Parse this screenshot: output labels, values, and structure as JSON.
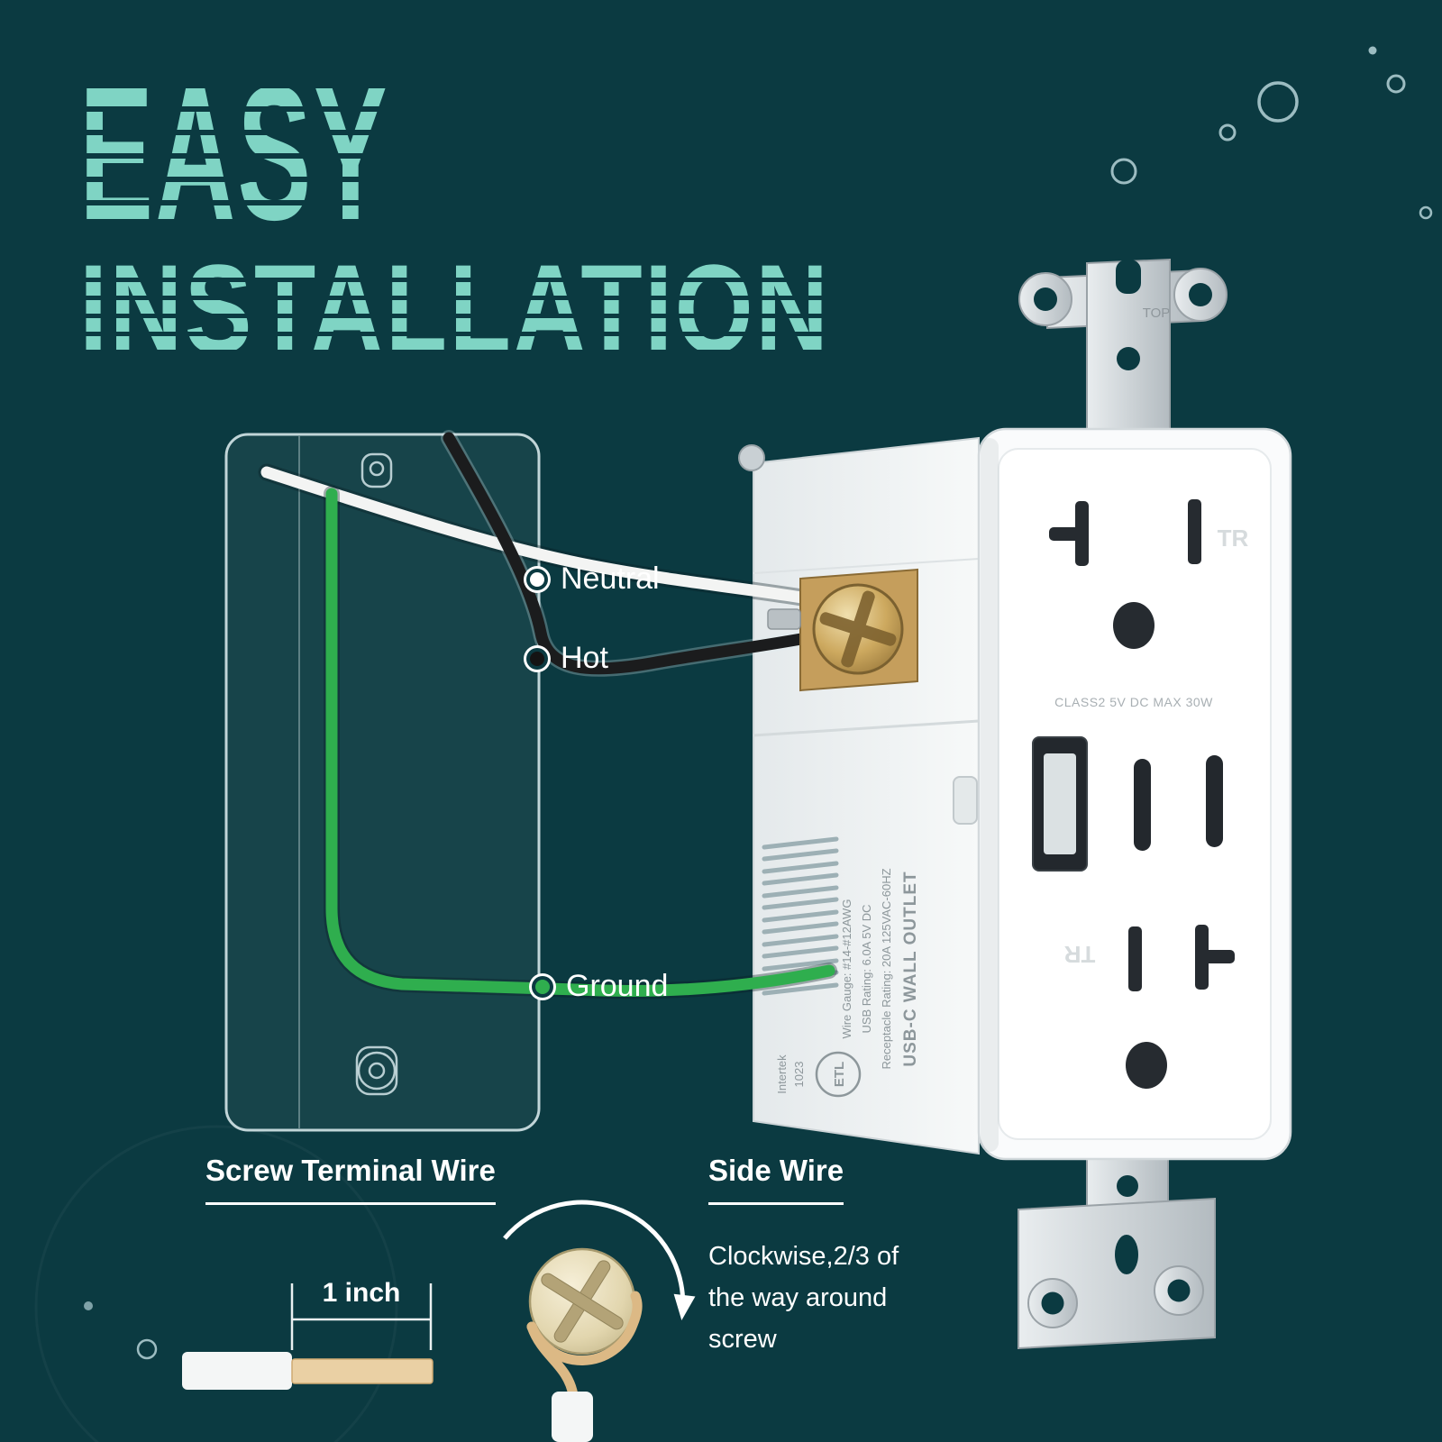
{
  "colors": {
    "background": "#0b3a41",
    "accent": "#7fd4c4",
    "wire_neutral": "#ffffff",
    "wire_hot": "#161616",
    "wire_ground": "#2fae4e",
    "brass": "#c9a55f",
    "metal": "#ccd2d6"
  },
  "title": {
    "line1": "EASY",
    "line2": "INSTALLATION"
  },
  "wire_labels": [
    {
      "id": "neutral",
      "label": "Neutral"
    },
    {
      "id": "hot",
      "label": "Hot"
    },
    {
      "id": "ground",
      "label": "Ground"
    }
  ],
  "outlet": {
    "bracket_top_label": "TOP",
    "tr_top": "TR",
    "tr_bottom": "TR",
    "class_rating": "CLASS2 5V DC MAX 30W",
    "side_ratings": [
      "USB-C WALL OUTLET",
      "Receptacle Rating: 20A 125VAC-60HZ",
      "USB Rating: 6.0A 5V DC",
      "Wire Gauge: #14-#12AWG"
    ],
    "etl_label": "ETL",
    "intertek_label": "Intertek",
    "intertek_number": "1023"
  },
  "instructions": {
    "screw_terminal_title": "Screw Terminal Wire",
    "strip_length_label": "1 inch",
    "side_wire_title": "Side Wire",
    "side_wire_description": "Clockwise,2/3 of the way around screw"
  }
}
